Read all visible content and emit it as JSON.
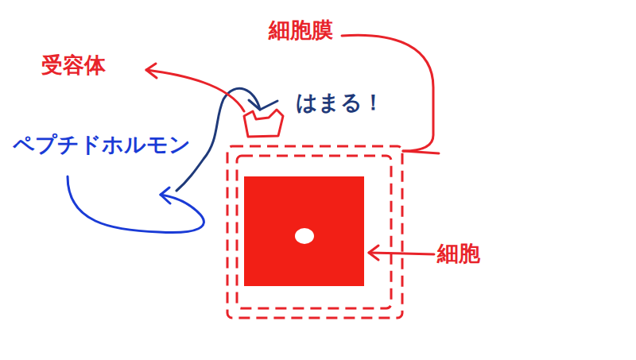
{
  "diagram": {
    "labels": [
      "細胞膜",
      "受容体",
      "はまる！",
      "ペプチドホルモン",
      "細胞"
    ]
  }
}
